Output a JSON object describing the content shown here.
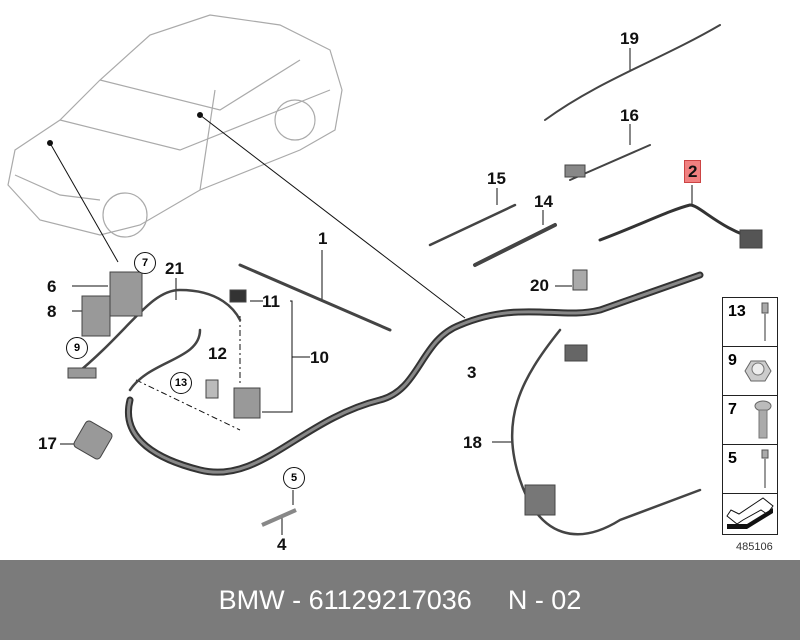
{
  "callouts": {
    "p1": "1",
    "p2": "2",
    "p3": "3",
    "p4": "4",
    "p5": "5",
    "p6": "6",
    "p7": "7",
    "p8": "8",
    "p9": "9",
    "p10": "10",
    "p11": "11",
    "p12": "12",
    "p13": "13",
    "p14": "14",
    "p15": "15",
    "p16": "16",
    "p17": "17",
    "p18": "18",
    "p19": "19",
    "p20": "20",
    "p21": "21"
  },
  "side_panel": {
    "items": [
      "13",
      "9",
      "7",
      "5"
    ]
  },
  "diagram_code": "485106",
  "footer": {
    "part_brand": "BMW - 61129217036",
    "position": "N - 02"
  },
  "colors": {
    "highlight": "#f08080",
    "footer_bg": "#7b7b7b"
  }
}
